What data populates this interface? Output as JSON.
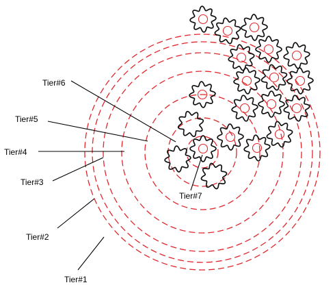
{
  "diagram": {
    "colors": {
      "ring": "#e0262b",
      "gear": "#111111",
      "label": "#000000"
    },
    "tiers": [
      {
        "id": "tier-1",
        "label": "Tier#1"
      },
      {
        "id": "tier-2",
        "label": "Tier#2"
      },
      {
        "id": "tier-3",
        "label": "Tier#3"
      },
      {
        "id": "tier-4",
        "label": "Tier#4"
      },
      {
        "id": "tier-5",
        "label": "Tier#5"
      },
      {
        "id": "tier-6",
        "label": "Tier#6"
      },
      {
        "id": "tier-7",
        "label": "Tier#7"
      }
    ]
  }
}
